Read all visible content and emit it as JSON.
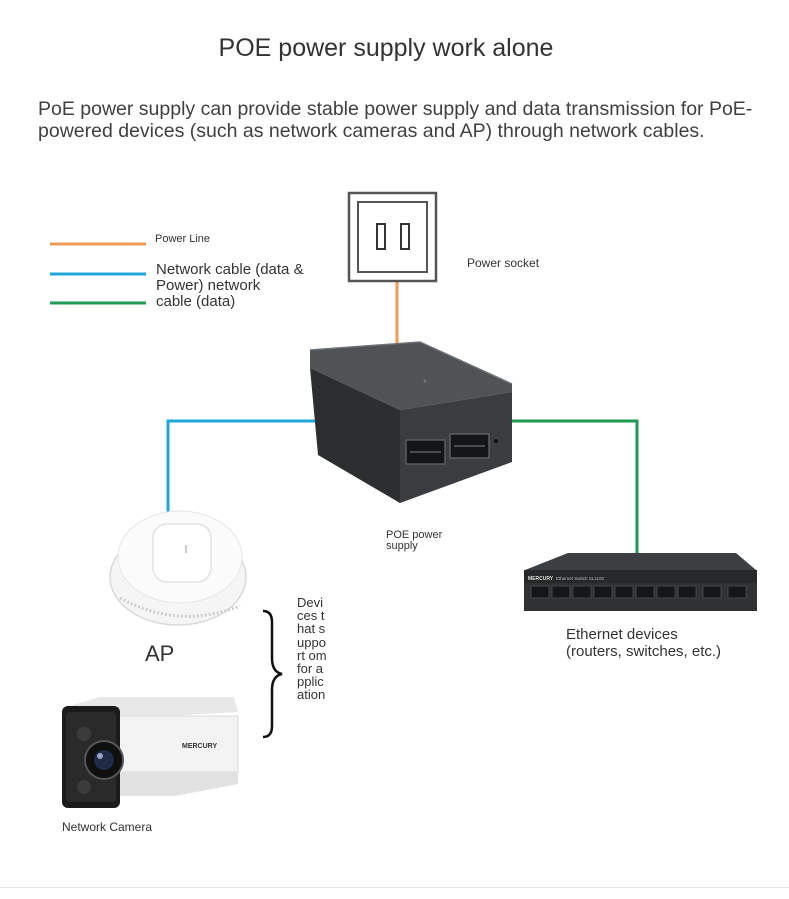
{
  "title": "POE power supply work alone",
  "intro": "PoE power supply can provide stable power supply and data transmission for PoE-powered devices (such as network cameras and AP) through network cables.",
  "legend": [
    {
      "label": "Power Line",
      "color": "#ee9a55"
    },
    {
      "label": "Network cable (data & Power) network",
      "color": "#1ba7d8"
    },
    {
      "label": "cable (data)",
      "color": "#1e9a55"
    }
  ],
  "labels": {
    "power_socket": "Power socket",
    "poe_supply": "POE power supply",
    "ap": "AP",
    "ethernet_devices": "Ethernet devices (routers, switches, etc.)",
    "devices_note": "Devices that support om for application",
    "network_camera": "Network Camera"
  },
  "logos": {
    "switch_brand": "MERCURY",
    "switch_model": "Ethernet Switch  SL1100",
    "camera_brand": "MERCURY"
  },
  "colors": {
    "power_line": "#ee9a55",
    "network_poe": "#1ba7d8",
    "network_data": "#1e9a55"
  }
}
